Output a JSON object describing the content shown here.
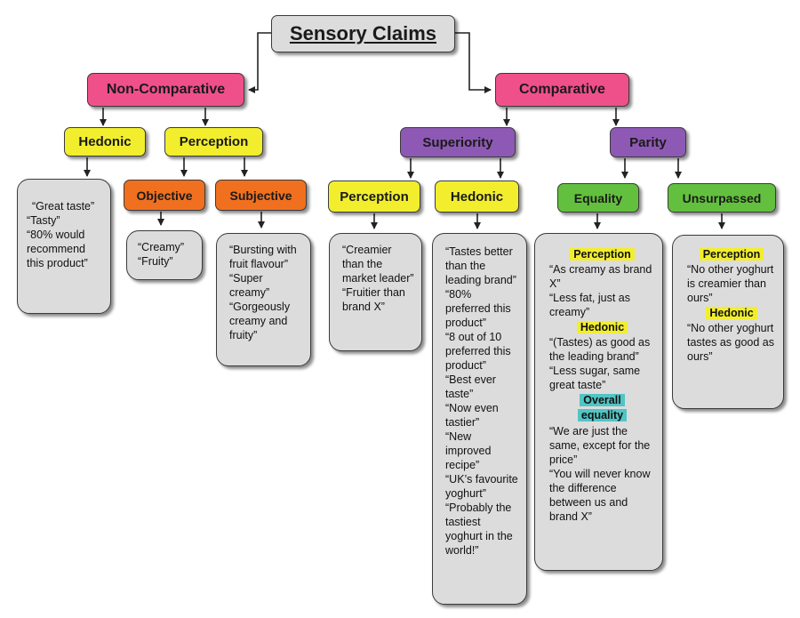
{
  "title": "Sensory Claims",
  "non_comparative": {
    "label": "Non-Comparative",
    "hedonic": {
      "label": "Hedonic",
      "examples": [
        "“Great taste”",
        "“Tasty”",
        "“80% would recommend this product”"
      ]
    },
    "perception": {
      "label": "Perception",
      "objective": {
        "label": "Objective",
        "examples": [
          "“Creamy”",
          "“Fruity”"
        ]
      },
      "subjective": {
        "label": "Subjective",
        "examples": [
          "“Bursting with fruit flavour”",
          "“Super creamy”",
          "“Gorgeously creamy and fruity”"
        ]
      }
    }
  },
  "comparative": {
    "label": "Comparative",
    "superiority": {
      "label": "Superiority",
      "perception": {
        "label": "Perception",
        "examples": [
          "“Creamier than the market leader”",
          "“Fruitier than brand X”"
        ]
      },
      "hedonic": {
        "label": "Hedonic",
        "examples": [
          "“Tastes better than the leading brand”",
          "“80% preferred this product”",
          "“8 out of 10 preferred this product”",
          "“Best ever taste”",
          "“Now even tastier”",
          "“New improved recipe”",
          "“UK’s favourite yoghurt”",
          "“Probably the tastiest yoghurt in the world!”"
        ]
      }
    },
    "parity": {
      "label": "Parity",
      "equality": {
        "label": "Equality",
        "perception_header": "Perception",
        "perception_examples": [
          "“As creamy as brand X”",
          "“Less fat, just as creamy”"
        ],
        "hedonic_header": "Hedonic",
        "hedonic_examples": [
          "“(Tastes) as good as the leading brand”",
          "“Less sugar, same great taste”"
        ],
        "overall_header_1": "Overall",
        "overall_header_2": "equality",
        "overall_examples": [
          "“We are just the same, except for the price”",
          "“You will never know the difference between us and brand X”"
        ]
      },
      "unsurpassed": {
        "label": "Unsurpassed",
        "perception_header": "Perception",
        "perception_examples": [
          "“No other yoghurt is creamier than ours”"
        ],
        "hedonic_header": "Hedonic",
        "hedonic_examples": [
          "“No other yoghurt tastes as good as ours”"
        ]
      }
    }
  },
  "colors": {
    "title": "#dcdcdc",
    "level1": "#f0508a",
    "level2_comparative": "#8e59b4",
    "perception_hedonic": "#f2ee2e",
    "objective_subjective": "#f07020",
    "equality_unsurpassed": "#63c03e",
    "example_box": "#dcdcdc",
    "overall_highlight": "#52c4c4"
  }
}
